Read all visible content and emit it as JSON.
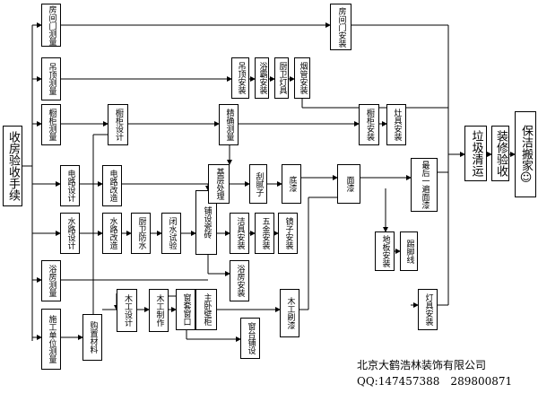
{
  "nodes": {
    "shoufang": "收房验收手续",
    "fangmen_cl": "房间门测量",
    "diaoding_cl": "吊顶测量",
    "chugui_cl": "橱柜测量",
    "yufang_cl": "浴房测量",
    "shigong_cl": "施工单位测量",
    "dianlu_sj": "电路设计",
    "shuilu_sj": "水路设计",
    "dianlu_gz": "电路改造",
    "shuilu_gz": "水路改造",
    "gouzhi": "购置材料",
    "chugui_sj": "橱柜设计",
    "chuwei_fs": "厨卫防水",
    "bishui_sy": "闭水试验",
    "pushe_cz": "铺设瓷砖",
    "jiqi_cl": "精确测量",
    "jiceng": "基层处理",
    "guanizi": "刮腻子",
    "diqi": "底漆",
    "mianqi": "面漆",
    "zuihou": "最后一遍面漆",
    "fangmen_az": "房间门安装",
    "diaoding_az": "吊顶安装",
    "yuba_az": "浴霸安装",
    "chuwei_dj": "厨卫灯具",
    "yanguan_az": "烟管安装",
    "chugui_az": "橱柜安装",
    "zaoju_az": "灶具安装",
    "jieju_az": "洁具安装",
    "wujin_az": "五金安装",
    "jingzi_az": "镜子安装",
    "yufang_az": "浴房安装",
    "mugong_sj": "木工设计",
    "mugong_zz": "木工制作",
    "chuangtao": "窗套窗口",
    "zhuwo_bg": "主卧壁柜",
    "chuangtai": "窗台铺设",
    "mugong_sq": "木工刷漆",
    "diban_az": "地板安装",
    "tijiaoxian": "踢脚线",
    "dengju_az": "灯具安装",
    "laji": "垃圾清运",
    "zhuangxiu_ys": "装修验收",
    "baojie": "保洁搬家☺"
  },
  "footer": {
    "company": "北京大鹤浩林装饰有限公司",
    "qq": "QQ:147457388　289800871"
  }
}
